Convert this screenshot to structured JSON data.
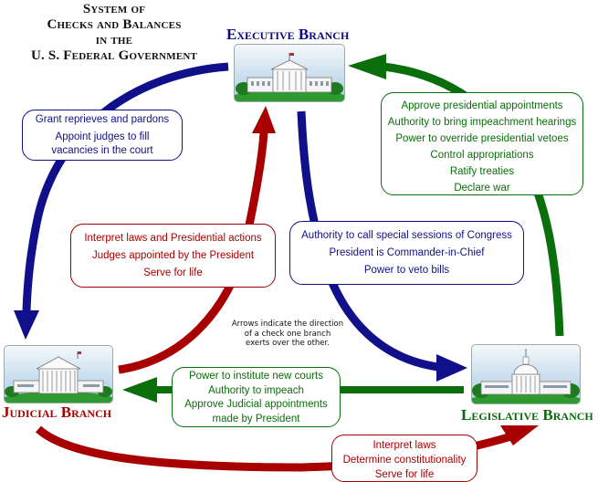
{
  "title": {
    "lines": [
      "System of",
      "Checks and Balances",
      "in the",
      "U. S. Federal Government"
    ]
  },
  "colors": {
    "executive": "#10108a",
    "judicial": "#a80000",
    "legislative": "#0a6e0a"
  },
  "branches": {
    "executive": {
      "label": "Executive Branch",
      "icon": "white-house-icon"
    },
    "judicial": {
      "label": "Judicial Branch",
      "icon": "supreme-court-icon"
    },
    "legislative": {
      "label": "Legislative Branch",
      "icon": "capitol-icon"
    }
  },
  "checks": {
    "executive_over_judicial": {
      "from": "Executive",
      "to": "Judicial",
      "items": [
        "Grant reprieves and pardons",
        "Appoint judges to fill",
        "vacancies in the court"
      ]
    },
    "judicial_over_executive": {
      "from": "Judicial",
      "to": "Executive",
      "items": [
        "Interpret laws and Presidential actions",
        "Judges appointed by the President",
        "Serve for life"
      ]
    },
    "executive_over_legislative": {
      "from": "Executive",
      "to": "Legislative",
      "items": [
        "Authority to call special sessions of Congress",
        "President is Commander-in-Chief",
        "Power to veto bills"
      ]
    },
    "legislative_over_executive": {
      "from": "Legislative",
      "to": "Executive",
      "items": [
        "Approve presidential appointments",
        "Authority to bring impeachment hearings",
        "Power to override presidential vetoes",
        "Control appropriations",
        "Ratify treaties",
        "Declare war"
      ]
    },
    "legislative_over_judicial": {
      "from": "Legislative",
      "to": "Judicial",
      "items": [
        "Power to institute new courts",
        "Authority to impeach",
        "Approve Judicial appointments",
        "made by President"
      ]
    },
    "judicial_over_legislative": {
      "from": "Judicial",
      "to": "Legislative",
      "items": [
        "Interpret laws",
        "Determine constitutionality",
        "Serve for life"
      ]
    }
  },
  "note": {
    "lines": [
      "Arrows indicate the direction",
      "of a check one branch",
      "exerts over the other."
    ]
  }
}
